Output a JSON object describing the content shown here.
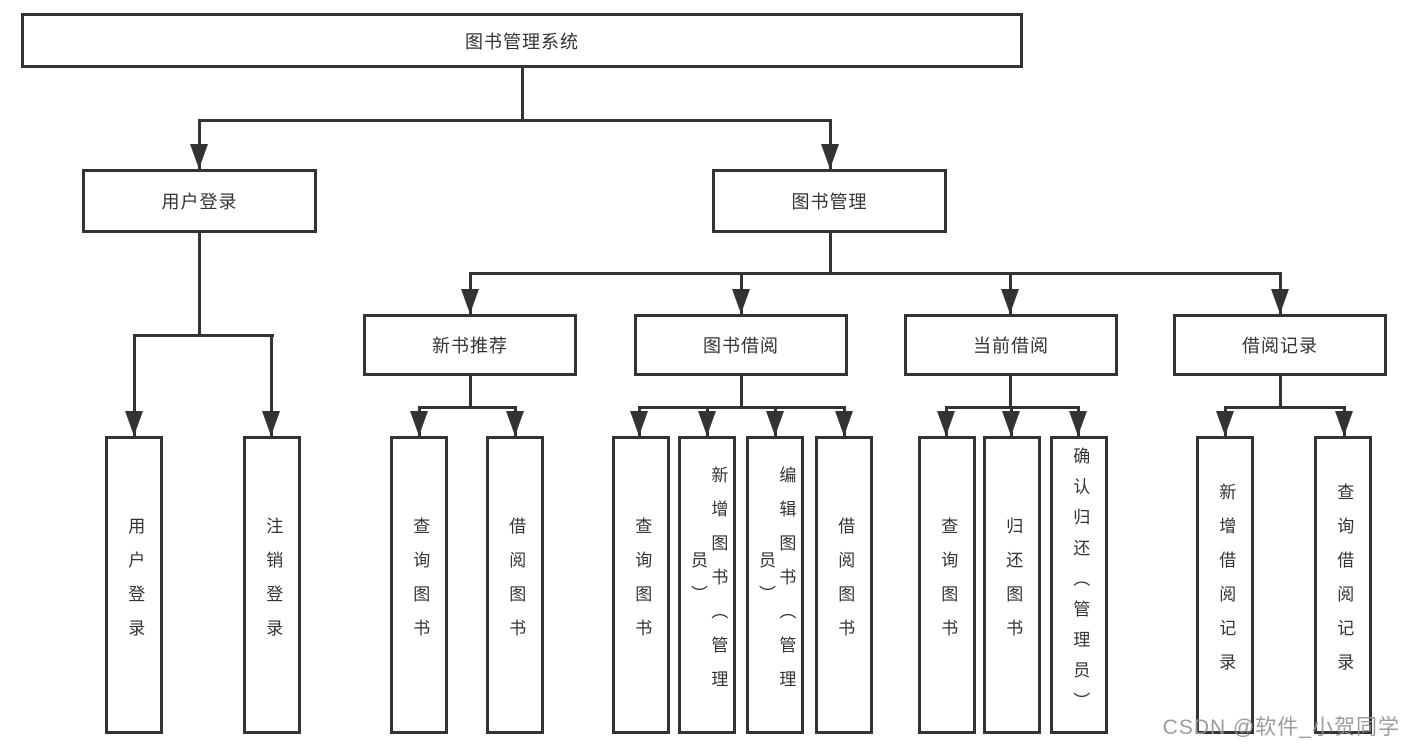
{
  "diagram": {
    "type": "tree",
    "root": "图书管理系统",
    "login": {
      "label": "用户登录",
      "children": [
        "用户登录",
        "注销登录"
      ]
    },
    "mgmt": {
      "label": "图书管理",
      "sections": [
        {
          "label": "新书推荐",
          "children": [
            "查询图书",
            "借阅图书"
          ]
        },
        {
          "label": "图书借阅",
          "children": [
            "查询图书",
            "新增图书（管理员）",
            "编辑图书（管理员）",
            "借阅图书"
          ]
        },
        {
          "label": "当前借阅",
          "children": [
            "查询图书",
            "归还图书",
            "确认归还（管理员）"
          ]
        },
        {
          "label": "借阅记录",
          "children": [
            "新增借阅记录",
            "查询借阅记录"
          ]
        }
      ]
    }
  },
  "colors": {
    "line": "#333333",
    "text": "#333333",
    "watermark": "#949494",
    "background": "#ffffff"
  },
  "watermark": {
    "text": "CSDN @软件_小贺同学"
  }
}
